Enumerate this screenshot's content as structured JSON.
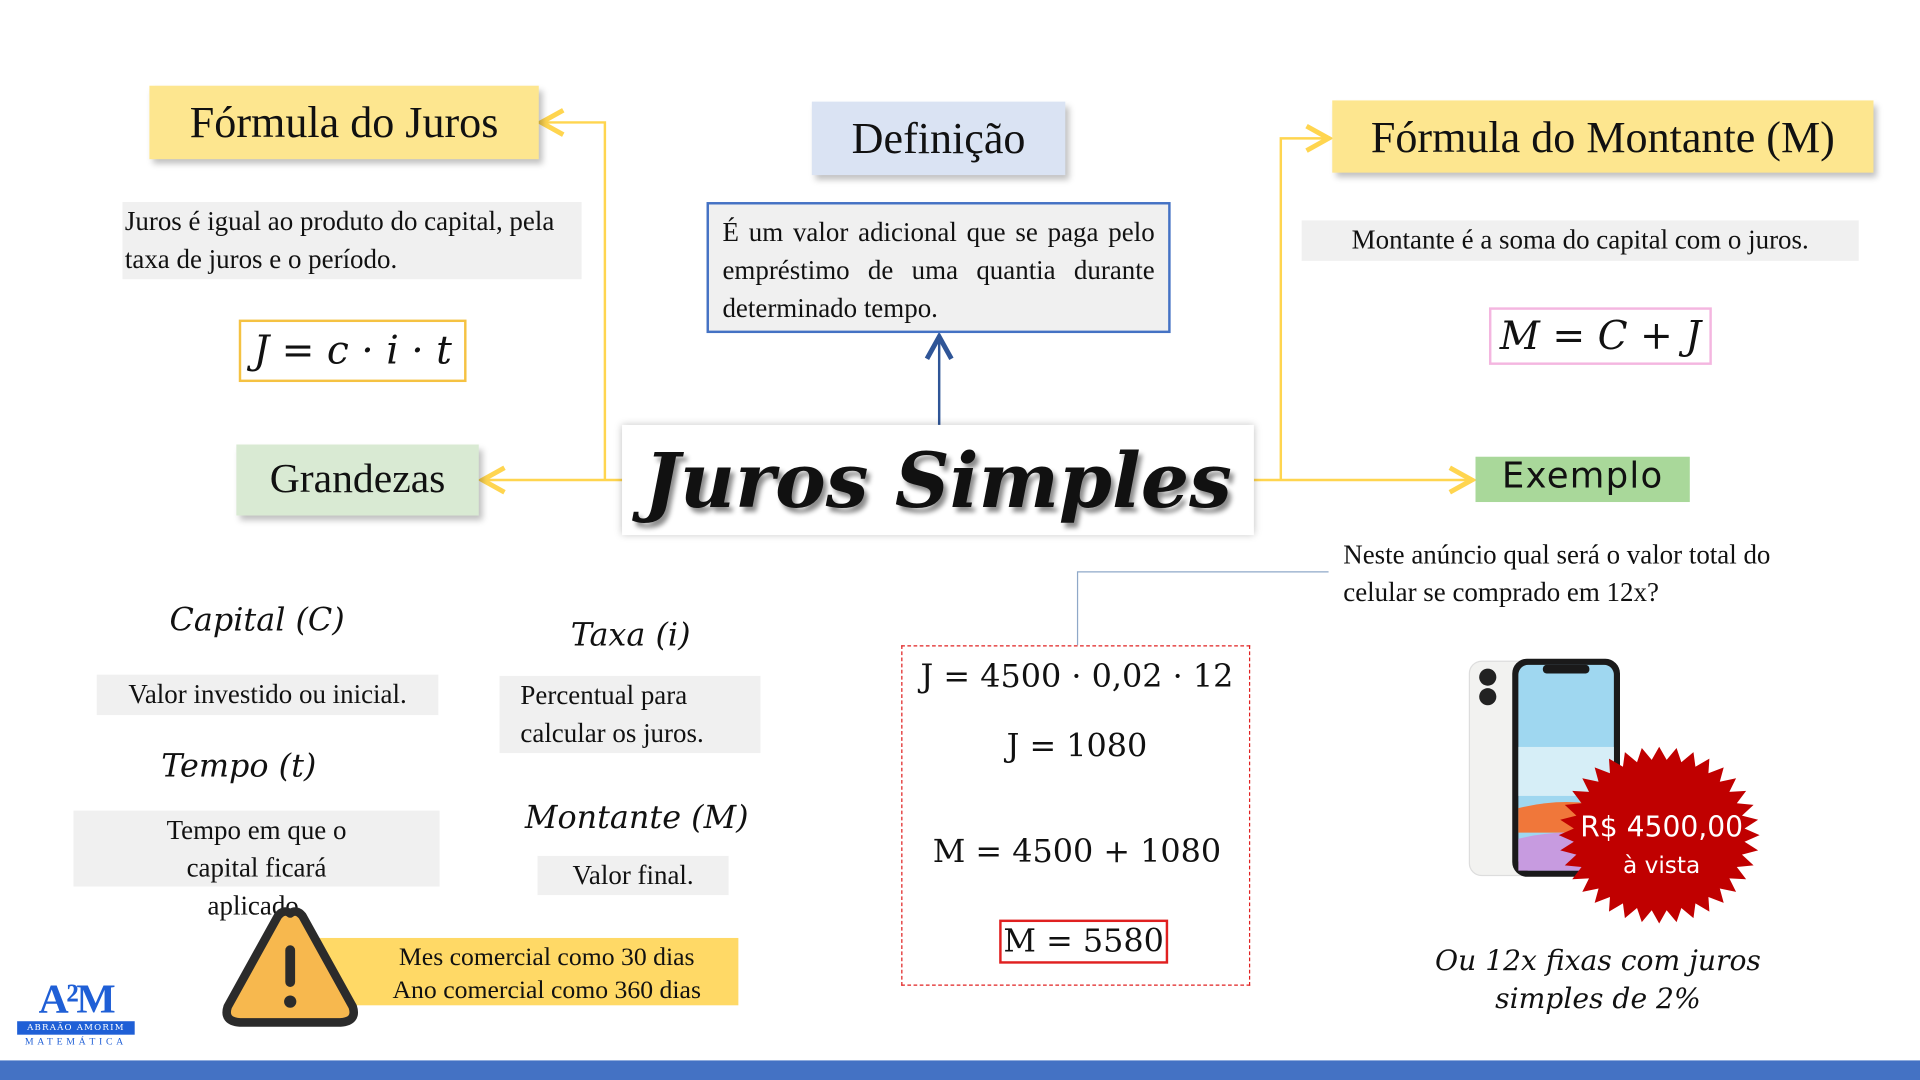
{
  "title": "Juros Simples",
  "colors": {
    "yellow_header": "#fde68f",
    "blue_header": "#dae3f3",
    "green_header": "#d9ead3",
    "exemplo_green": "#a9d89a",
    "connector": "#ffd54f",
    "definition_border": "#4472c4",
    "bottom_bar": "#4472c4",
    "example_border": "#e02020",
    "badge_red": "#c00000"
  },
  "formula_juros": {
    "header": "Fórmula do Juros",
    "description": "Juros é igual ao produto do capital, pela taxa de juros e o período.",
    "formula": "J = c · i · t"
  },
  "definicao": {
    "header": "Definição",
    "text": "É um valor adicional que se paga pelo empréstimo de uma quantia durante determinado tempo."
  },
  "formula_montante": {
    "header": "Fórmula do Montante (M)",
    "description": "Montante é a soma do capital com o juros.",
    "formula": "M = C + J"
  },
  "grandezas": {
    "header": "Grandezas",
    "items": [
      {
        "term": "Capital (C)",
        "desc": "Valor investido ou inicial."
      },
      {
        "term": "Taxa (i)",
        "desc": "Percentual para calcular os juros."
      },
      {
        "term": "Tempo (t)",
        "desc": "Tempo em que o capital ficará aplicado."
      },
      {
        "term": "Montante (M)",
        "desc": "Valor final."
      }
    ]
  },
  "aviso": {
    "icon": "warning-icon",
    "line1": "Mes comercial como 30 dias",
    "line2": "Ano comercial como 360 dias"
  },
  "exemplo": {
    "header": "Exemplo",
    "question": "Neste anúncio qual será o valor total do celular se comprado em 12x?",
    "price_badge": "R$ 4500,00",
    "price_badge_sub": "à vista",
    "caption_line1": "Ou 12x fixas com juros",
    "caption_line2": "simples de 2%",
    "solution": [
      "J = 4500 · 0,02 · 12",
      "J = 1080",
      "M = 4500 + 1080",
      "M = 5580"
    ]
  },
  "logo": {
    "main": "A²M",
    "band": "ABRAÃO AMORIM",
    "sub": "MATEMÁTICA"
  }
}
